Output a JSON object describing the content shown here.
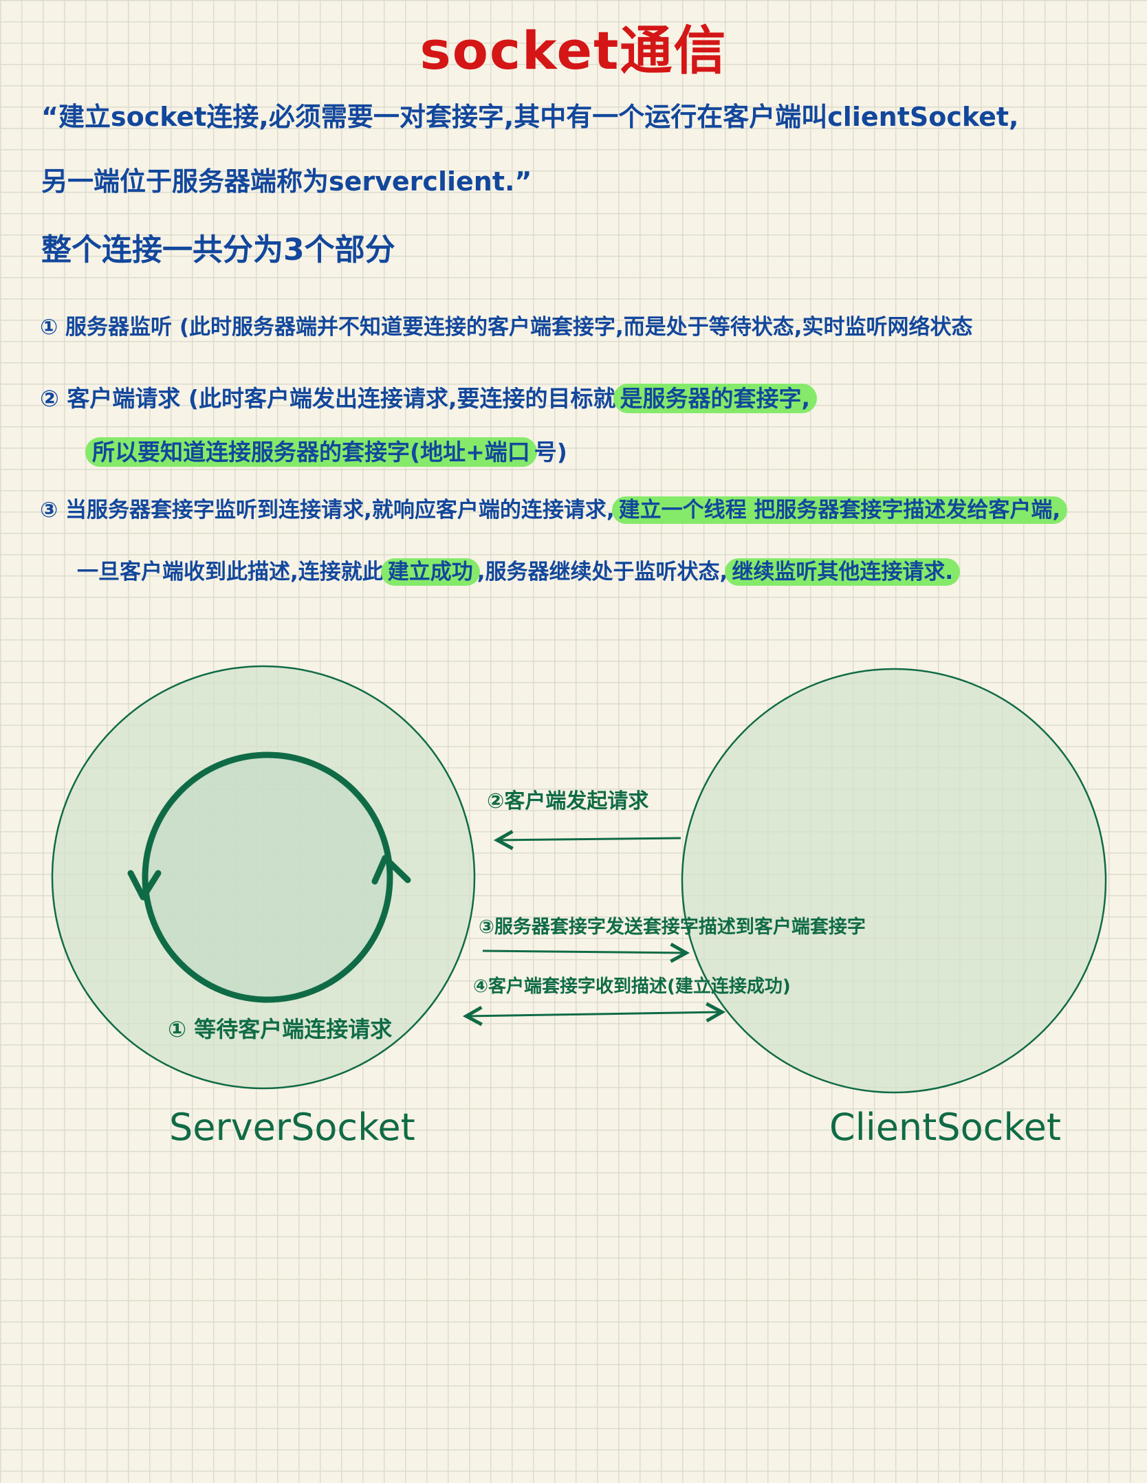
{
  "title": "socket通信",
  "quote": {
    "line1": "“建立socket连接,必须需要一对套接字,其中有一个运行在客户端叫clientSocket,",
    "line2": "另一端位于服务器端称为serverclient.”"
  },
  "summary": "整个连接一共分为3个部分",
  "steps": {
    "s1": "① 服务器监听 (此时服务器端并不知道要连接的客户端套接字,而是处于等待状态,实时监听网络状态",
    "s2_prefix": "② 客户端请求 (此时客户端发出连接请求,要连接的目标就",
    "s2_hl1": "是服务器的套接字,",
    "s2_hl2": "所以要知道连接服务器的套接字(地址+端口",
    "s2_suffix": "号)",
    "s3_prefix": "③ 当服务器套接字监听到连接请求,就响应客户端的连接请求,",
    "s3_hl1": "建立一个线程 把服务器套接字描述发给客户端,",
    "s3_line2_prefix": "一旦客户端收到此描述,连接就此",
    "s3_hl2": "建立成功",
    "s3_line2_mid": ",服务器继续处于监听状态,",
    "s3_hl3": "继续监听其他连接请求."
  },
  "diagram": {
    "wait_label": "① 等待客户端连接请求",
    "request_label": "②客户端发起请求",
    "describe_label": "③服务器套接字发送套接字描述到客户端套接字",
    "received_label": "④客户端套接字收到描述(建立连接成功)",
    "server_caption": "ServerSocket",
    "client_caption": "ClientSocket"
  },
  "colors": {
    "title": "#d41616",
    "ink": "#12479c",
    "highlight": "#85ea6a",
    "diagram_ink": "#0f6b46",
    "circle_fill": "#d3e3cd"
  },
  "icons": [
    "cycle-arrow-icon",
    "arrow-left-icon",
    "arrow-right-icon",
    "double-arrow-icon"
  ]
}
